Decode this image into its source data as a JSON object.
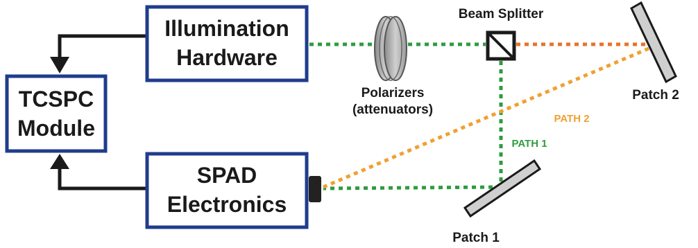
{
  "boxes": {
    "illumination": {
      "line1": "Illumination",
      "line2": "Hardware"
    },
    "tcspc": {
      "line1": "TCSPC",
      "line2": "Module"
    },
    "spad": {
      "line1": "SPAD",
      "line2": "Electronics"
    }
  },
  "labels": {
    "beam_splitter": "Beam Splitter",
    "polarizers_line1": "Polarizers",
    "polarizers_line2": "(attenuators)",
    "patch1": "Patch 1",
    "patch2": "Patch 2",
    "path1": "PATH 1",
    "path2": "PATH 2"
  },
  "colors": {
    "box_border": "#1f3d8c",
    "path1": "#2e9c3f",
    "path2": "#f0a030",
    "reflected": "#e8732a"
  }
}
